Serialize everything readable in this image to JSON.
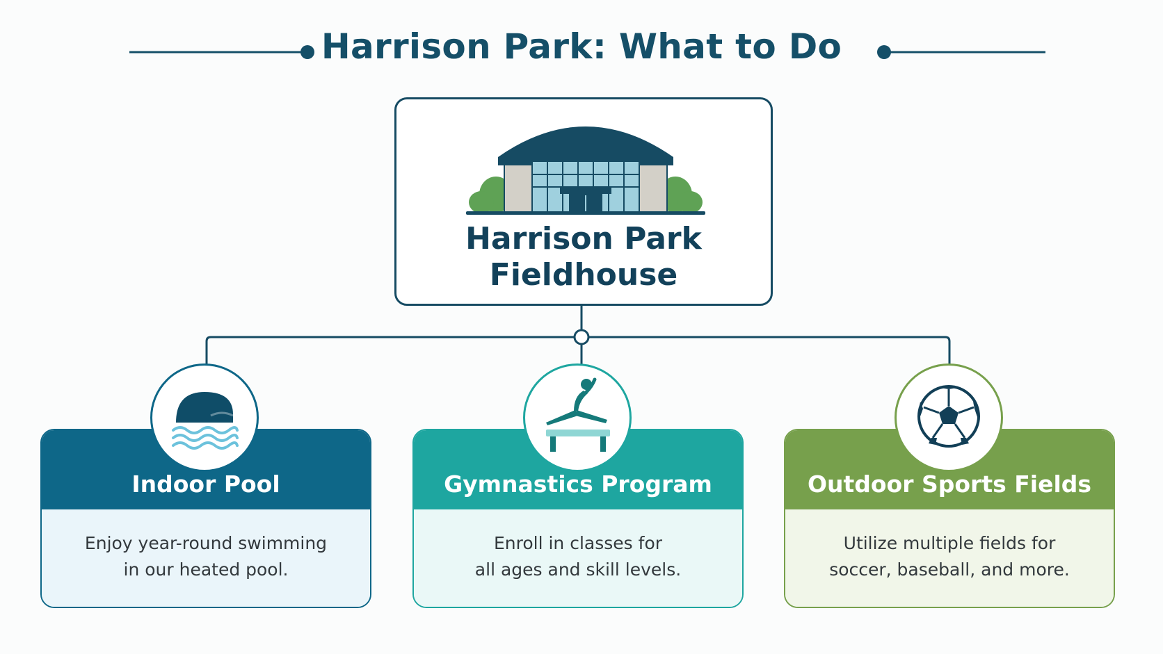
{
  "title": "Harrison Park: What to Do",
  "hub": {
    "name_line1": "Harrison Park",
    "name_line2": "Fieldhouse",
    "icon": "fieldhouse-building-icon"
  },
  "activities": [
    {
      "title": "Indoor Pool",
      "desc_line1": "Enjoy year-round swimming",
      "desc_line2": "in our heated pool.",
      "icon": "swim-cap-waves-icon",
      "color": "#0e6788"
    },
    {
      "title": "Gymnastics Program",
      "desc_line1": "Enroll in classes for",
      "desc_line2": "all ages and skill levels.",
      "icon": "gymnast-balance-beam-icon",
      "color": "#1ea6a0"
    },
    {
      "title": "Outdoor Sports Fields",
      "desc_line1": "Utilize multiple fields for",
      "desc_line2": "soccer, baseball, and more.",
      "icon": "soccer-ball-icon",
      "color": "#77a04c"
    }
  ],
  "colors": {
    "title": "#154f68",
    "connector": "#164b63"
  }
}
